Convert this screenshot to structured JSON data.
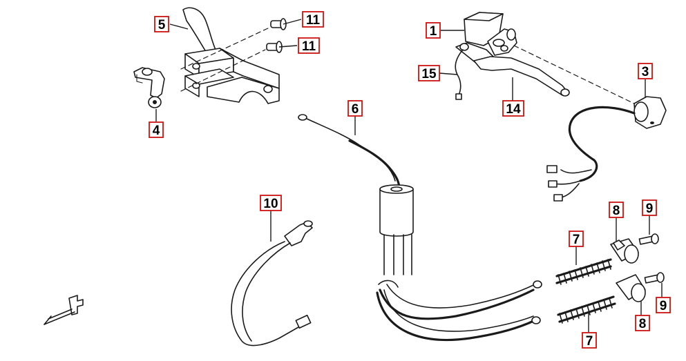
{
  "callouts": {
    "c1": "1",
    "c3": "3",
    "c4": "4",
    "c5": "5",
    "c6": "6",
    "c7a": "7",
    "c7b": "7",
    "c8a": "8",
    "c8b": "8",
    "c9a": "9",
    "c9b": "9",
    "c10": "10",
    "c11a": "11",
    "c11b": "11",
    "c14": "14",
    "c15": "15"
  },
  "colors": {
    "callout_border": "#cc1111",
    "line": "#1a1a1a"
  }
}
